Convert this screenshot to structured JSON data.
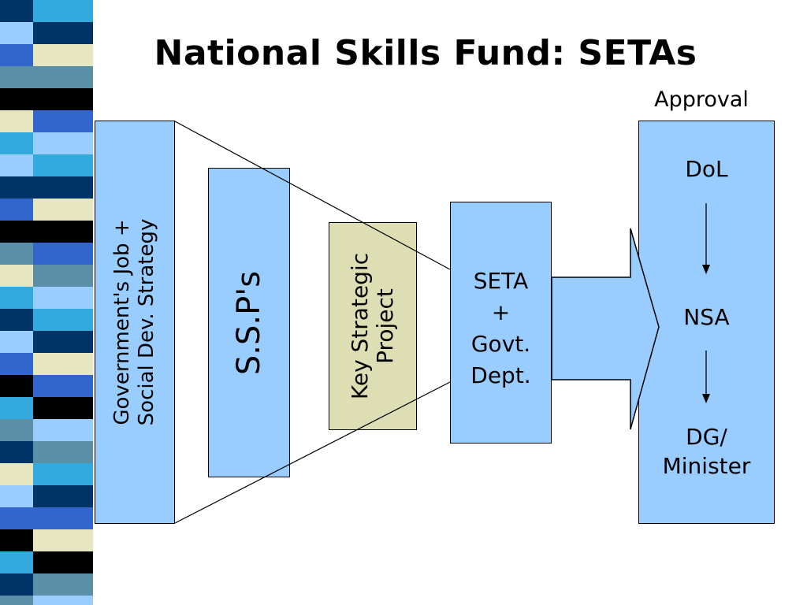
{
  "title": "National Skills Fund: SETAs",
  "approval_label": "Approval",
  "boxes": {
    "govt_strategy": {
      "line1": "Government's Job +",
      "line2": "Social Dev. Strategy"
    },
    "ssp": "S.S.P's",
    "key_strategic_project": {
      "line1": "Key Strategic",
      "line2": "Project"
    },
    "seta": [
      "SETA",
      "+",
      "Govt.",
      "Dept."
    ],
    "approval_chain": {
      "dol": "DoL",
      "nsa": "NSA",
      "dg_line1": "DG/",
      "dg_line2": "Minister"
    }
  },
  "colors": {
    "box_fill": "#99ccff",
    "ksp_fill": "#dddeb4",
    "stripe_palette": [
      "#003366",
      "#3366cc",
      "#5b8fa8",
      "#33aadd",
      "#000000",
      "#e6e6c0",
      "#99ccff"
    ]
  }
}
